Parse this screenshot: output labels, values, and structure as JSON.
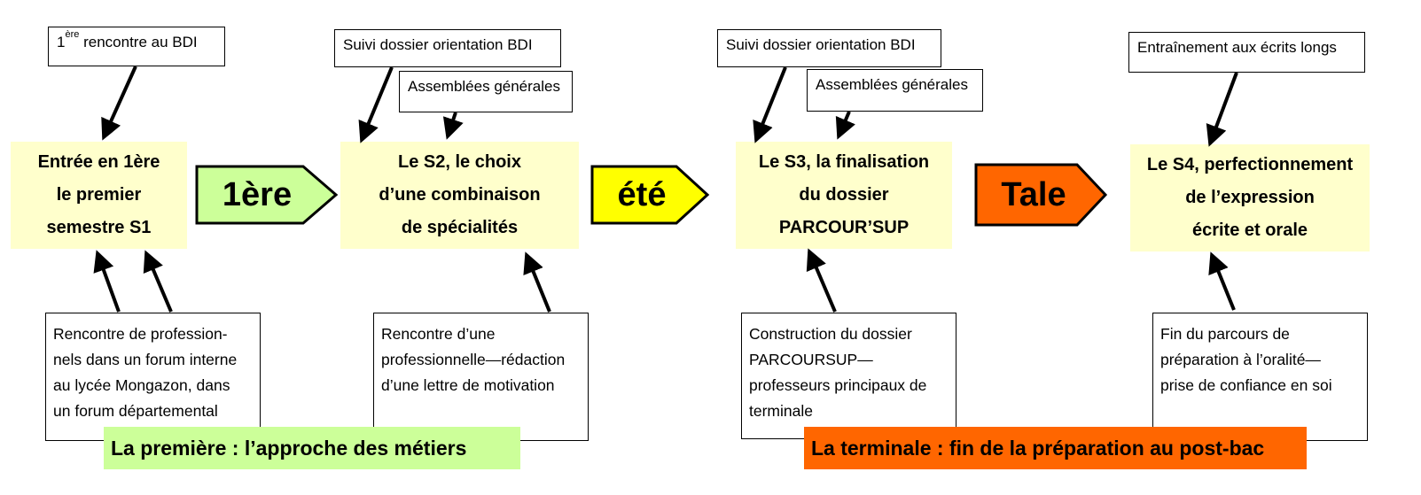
{
  "stages": {
    "s1": {
      "lines": [
        "Entrée en 1ère",
        "le premier",
        "semestre S1"
      ]
    },
    "s2": {
      "lines": [
        "Le S2, le choix",
        "d’une combinaison",
        "de spécialités"
      ]
    },
    "s3": {
      "lines": [
        "Le S3, la finalisation",
        "du dossier",
        "PARCOUR’SUP"
      ]
    },
    "s4": {
      "lines": [
        "Le S4, perfectionnement",
        "de l’expression",
        "écrite et orale"
      ]
    }
  },
  "chevrons": [
    {
      "label": "1ère",
      "color": "#ccff99"
    },
    {
      "label": "été",
      "color": "#ffff00"
    },
    {
      "label": "Tale",
      "color": "#ff6600"
    }
  ],
  "top_boxes": {
    "s1_meeting": {
      "number": "1",
      "sup": "ère",
      "rest": " rencontre au BDI"
    },
    "s2_suivi": "Suivi dossier orientation BDI",
    "s2_assemblees": "Assemblées générales",
    "s3_suivi": "Suivi dossier orientation BDI",
    "s3_assemblees": "Assemblées générales",
    "s4_entrainement": "Entraînement aux écrits longs"
  },
  "bottom_boxes": {
    "s1": [
      "Rencontre de profession-",
      "nels dans un forum interne",
      "au lycée Mongazon, dans",
      "un forum départemental"
    ],
    "s2": [
      "Rencontre d’une",
      "professionnelle—rédaction",
      "d’une lettre de motivation"
    ],
    "s3": [
      "Construction du dossier",
      "PARCOURSUP—",
      "professeurs principaux de",
      "terminale"
    ],
    "s4": [
      "Fin du parcours de",
      "préparation à l’oralité—",
      "prise de confiance en soi"
    ]
  },
  "footers": {
    "premiere": {
      "text": "La première : l’approche des métiers",
      "color": "#ccff99"
    },
    "terminale": {
      "text": "La terminale : fin de la préparation au post-bac",
      "color": "#ff6600"
    }
  },
  "colors": {
    "stage_fill": "#ffffcc",
    "arrow": "#000000"
  }
}
